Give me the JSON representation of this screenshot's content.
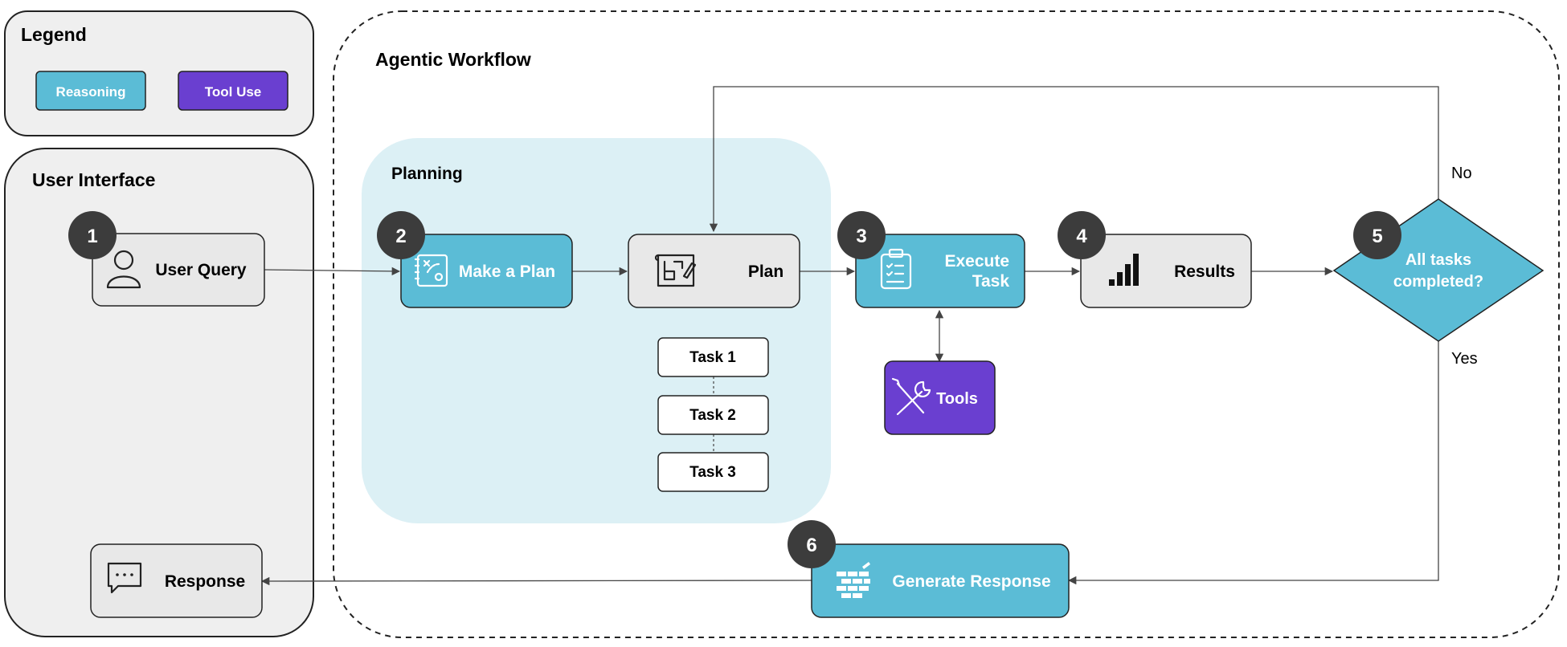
{
  "legend": {
    "title": "Legend",
    "reasoning_label": "Reasoning",
    "tool_use_label": "Tool Use",
    "colors": {
      "reasoning": "#5bbcd6",
      "tool_use": "#6a3fd0",
      "neutral": "#e8e8e8",
      "planning_bg": "#dcf0f5"
    }
  },
  "user_interface": {
    "title": "User Interface",
    "user_query": {
      "step": "1",
      "label": "User Query",
      "icon": "person-icon"
    },
    "response": {
      "label": "Response",
      "icon": "chat-bubble-icon"
    }
  },
  "workflow": {
    "title": "Agentic Workflow",
    "planning": {
      "title": "Planning",
      "make_plan": {
        "step": "2",
        "label": "Make a Plan",
        "icon": "strategy-icon"
      },
      "plan": {
        "label": "Plan",
        "icon": "blueprint-icon"
      },
      "tasks": [
        "Task 1",
        "Task 2",
        "Task 3"
      ]
    },
    "execute": {
      "step": "3",
      "label_line1": "Execute",
      "label_line2": "Task",
      "icon": "clipboard-icon"
    },
    "tools": {
      "label": "Tools",
      "icon": "wrench-screwdriver-icon"
    },
    "results": {
      "step": "4",
      "label": "Results",
      "icon": "bar-chart-icon"
    },
    "decision": {
      "step": "5",
      "label_line1": "All tasks",
      "label_line2": "completed?",
      "no_label": "No",
      "yes_label": "Yes"
    },
    "generate": {
      "step": "6",
      "label": "Generate Response",
      "icon": "bricks-icon"
    }
  }
}
